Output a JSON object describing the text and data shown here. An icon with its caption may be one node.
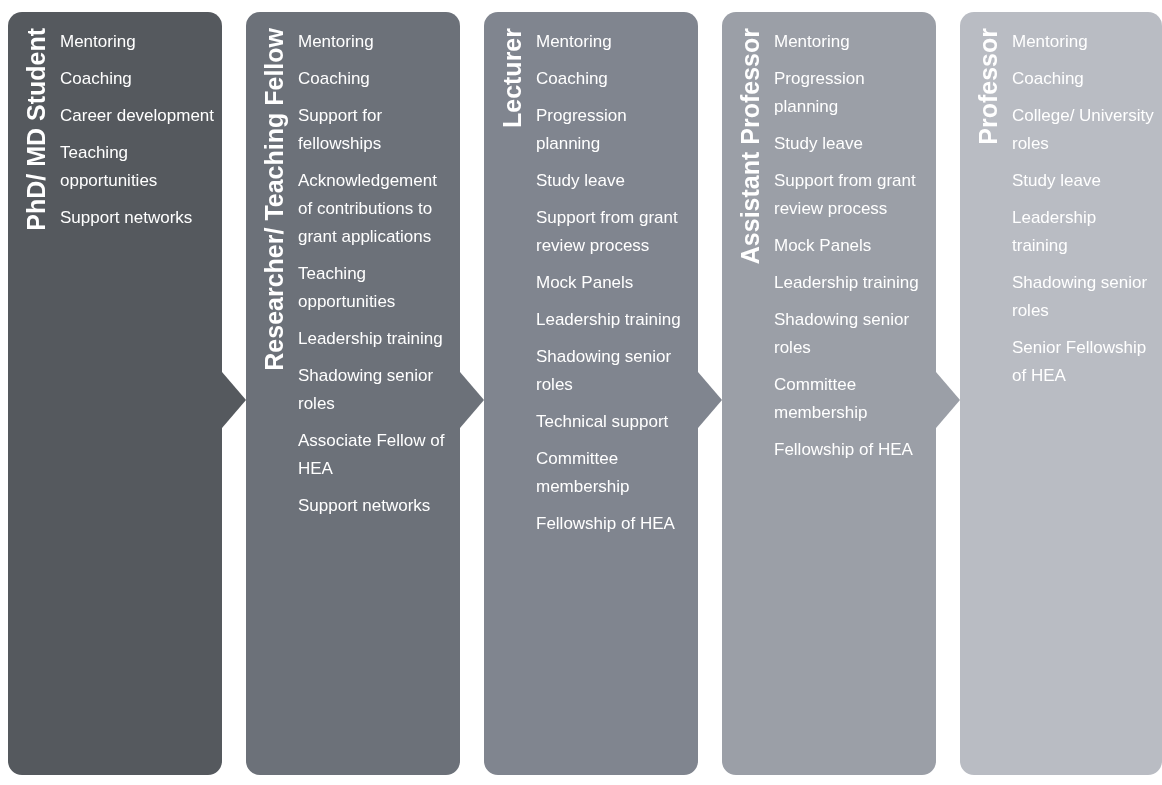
{
  "diagram": {
    "nodes": [
      {
        "text": [
          "PhD/ MD Student",
          "Mentoring",
          "Coaching",
          "Career development",
          "Teaching opportunities",
          "Support networks"
        ]
      },
      {
        "text": [
          "Researcher/ Teaching Fellow",
          "Mentoring",
          "Coaching",
          "Support for fellowships",
          "Acknowledgement of contributions to grant applications",
          "Teaching opportunities",
          "Leadership training",
          "Shadowing senior roles",
          "Associate Fellow of HEA",
          "Support networks"
        ]
      },
      {
        "text": [
          "Lecturer",
          "Mentoring",
          "Coaching",
          "Progression planning",
          "Study leave",
          "Support from grant review process",
          "Mock Panels",
          "Leadership training",
          "Shadowing senior roles",
          "Technical support",
          "Committee membership",
          "Fellowship of HEA"
        ]
      },
      {
        "text": [
          "Assistant Professor",
          "Mentoring",
          "Progression planning",
          "Study leave",
          "Support from grant review process",
          "Mock Panels",
          "Leadership training",
          "Shadowing senior roles",
          "Committee membership",
          "Fellowship of HEA"
        ]
      },
      {
        "text": [
          "Professor",
          "Mentoring",
          "Coaching",
          "College/ University roles",
          "Study leave",
          "Leadership training",
          "Shadowing senior roles",
          "Senior Fellowship of HEA"
        ]
      }
    ],
    "edges": [
      {
        "from": 0,
        "to": 1,
        "arrow": "to"
      },
      {
        "from": 1,
        "to": 2,
        "arrow": "to"
      },
      {
        "from": 2,
        "to": 3,
        "arrow": "to"
      },
      {
        "from": 3,
        "to": 4,
        "arrow": "to"
      }
    ]
  }
}
